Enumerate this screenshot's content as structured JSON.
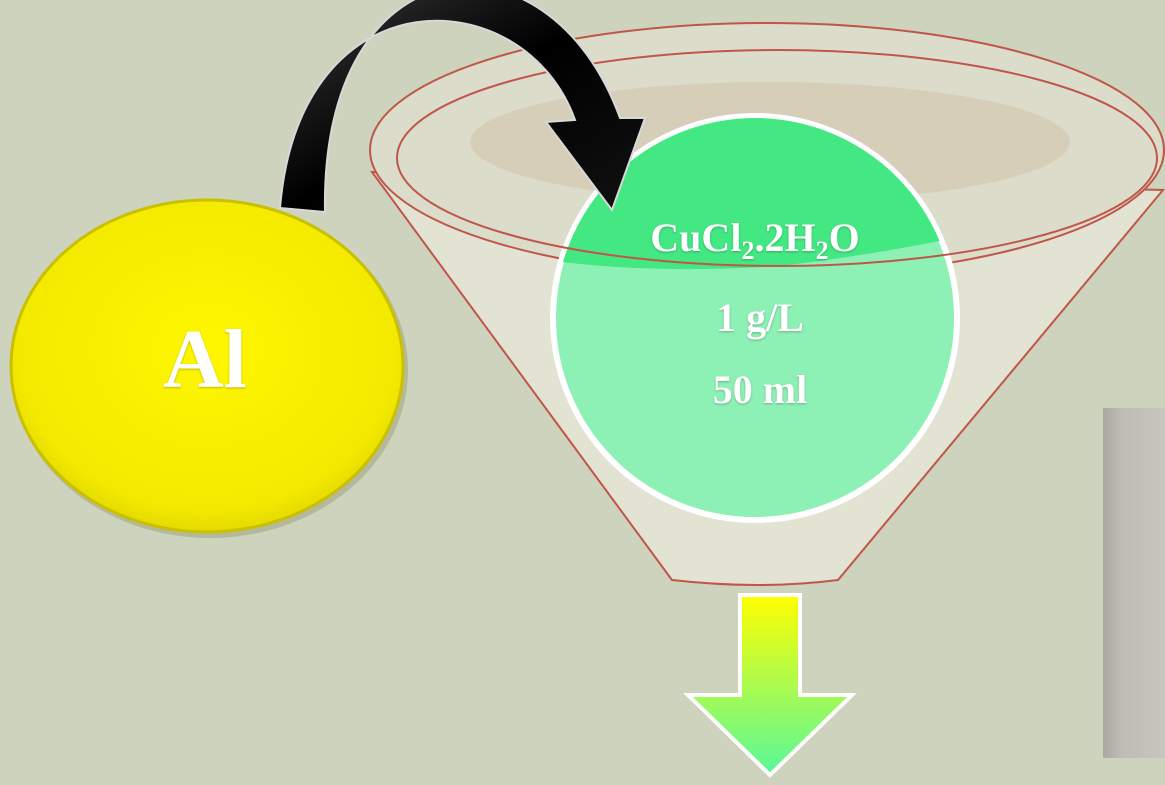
{
  "metal": {
    "label": "Al",
    "color": "#f7ef00"
  },
  "solution": {
    "formula": {
      "base1": "CuCl",
      "sub1": "2",
      "mid": ".2H",
      "sub2": "2",
      "end": "O"
    },
    "concentration": "1 g/L",
    "volume": "50 ml",
    "color": "#8df0b4"
  },
  "colors": {
    "background": "#cdd3bc",
    "funnel_outline": "#c0564a",
    "curved_arrow": "#000000",
    "down_arrow_top": "#ffff00",
    "down_arrow_bottom": "#59f79a"
  }
}
